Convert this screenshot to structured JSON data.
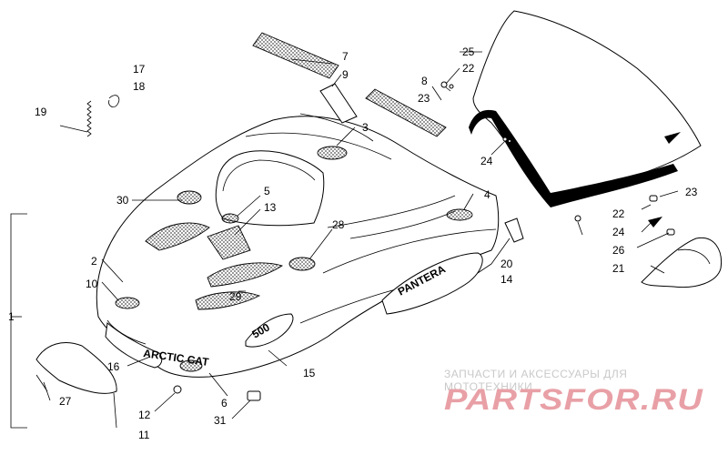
{
  "callouts": {
    "c1": "1",
    "c2": "2",
    "c3": "3",
    "c4": "4",
    "c5": "5",
    "c6": "6",
    "c7": "7",
    "c8": "8",
    "c9": "9",
    "c10": "10",
    "c11": "11",
    "c12": "12",
    "c13": "13",
    "c14": "14",
    "c15": "15",
    "c16": "16",
    "c17": "17",
    "c18": "18",
    "c19": "19",
    "c20": "20",
    "c21": "21",
    "c22a": "22",
    "c22b": "22",
    "c23a": "23",
    "c23b": "23",
    "c24a": "24",
    "c24b": "24",
    "c25": "25",
    "c26": "26",
    "c27": "27",
    "c28": "28",
    "c29": "29",
    "c30": "30",
    "c31": "31"
  },
  "decals": {
    "brand": "ARCTIC CAT",
    "model_side": "PANTERA",
    "model_front": "500"
  },
  "watermark": {
    "tagline": "ЗАПЧАСТИ И АКСЕССУАРЫ ДЛЯ МОТОТЕХНИКИ",
    "logo": "PARTSFOR.RU",
    "logo_color": "#e8a0a6"
  }
}
